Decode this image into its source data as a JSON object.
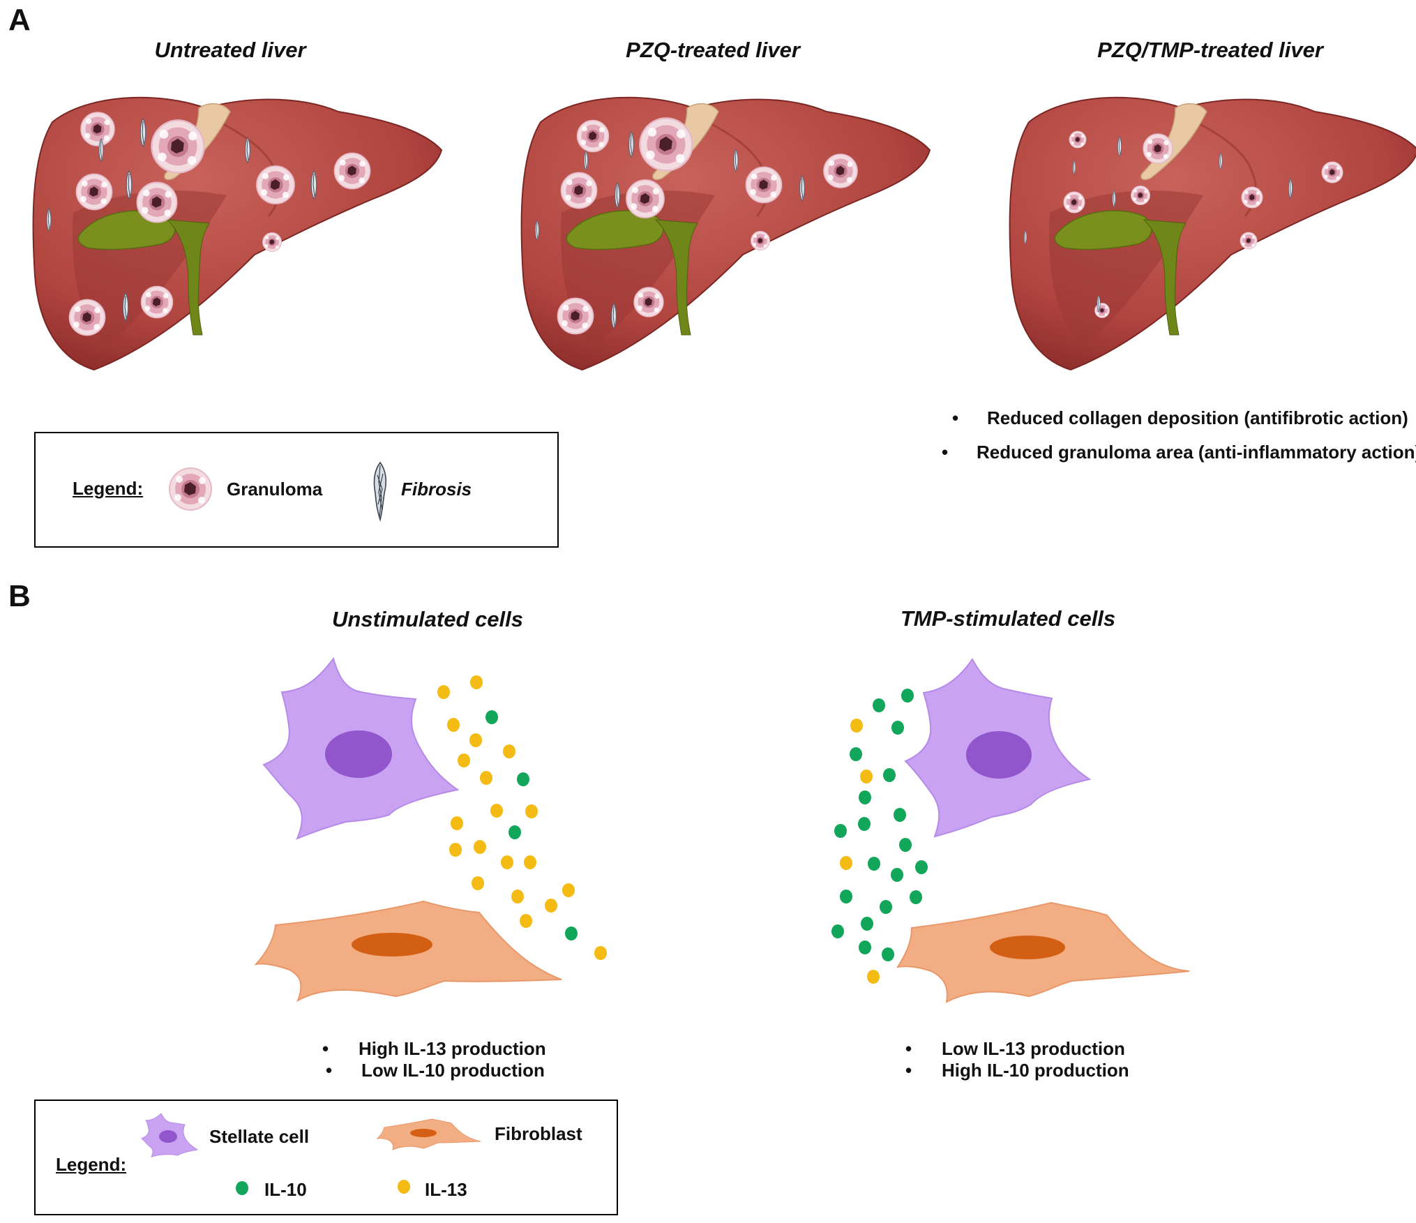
{
  "panel_a": {
    "label": "A",
    "livers": [
      {
        "title": "Untreated liver"
      },
      {
        "title": "PZQ-treated liver"
      },
      {
        "title": "PZQ/TMP-treated liver"
      }
    ],
    "effects": [
      "Reduced collagen deposition (antifibrotic action)",
      "Reduced granuloma area (anti-inflammatory action)"
    ],
    "legend": {
      "label": "Legend:",
      "granuloma": "Granuloma",
      "fibrosis": "Fibrosis"
    }
  },
  "panel_b": {
    "label": "B",
    "unstimulated": {
      "title": "Unstimulated cells",
      "bullets": [
        "High IL-13 production",
        "Low IL-10 production"
      ]
    },
    "stimulated": {
      "title": "TMP-stimulated cells",
      "bullets": [
        "Low IL-13 production",
        "High IL-10 production"
      ]
    },
    "legend": {
      "label": "Legend:",
      "stellate": "Stellate cell",
      "fibroblast": "Fibroblast",
      "il10": "IL-10",
      "il13": "IL-13"
    }
  },
  "colors": {
    "liver": "#b0443f",
    "gallbladder": "#7a8f1e",
    "stellate_cell": "#c9a2f2",
    "stellate_nucleus": "#9155cc",
    "fibroblast": "#f2ae82",
    "fibroblast_nucleus": "#d25f14",
    "il10": "#12a65a",
    "il13": "#f3bb13"
  }
}
